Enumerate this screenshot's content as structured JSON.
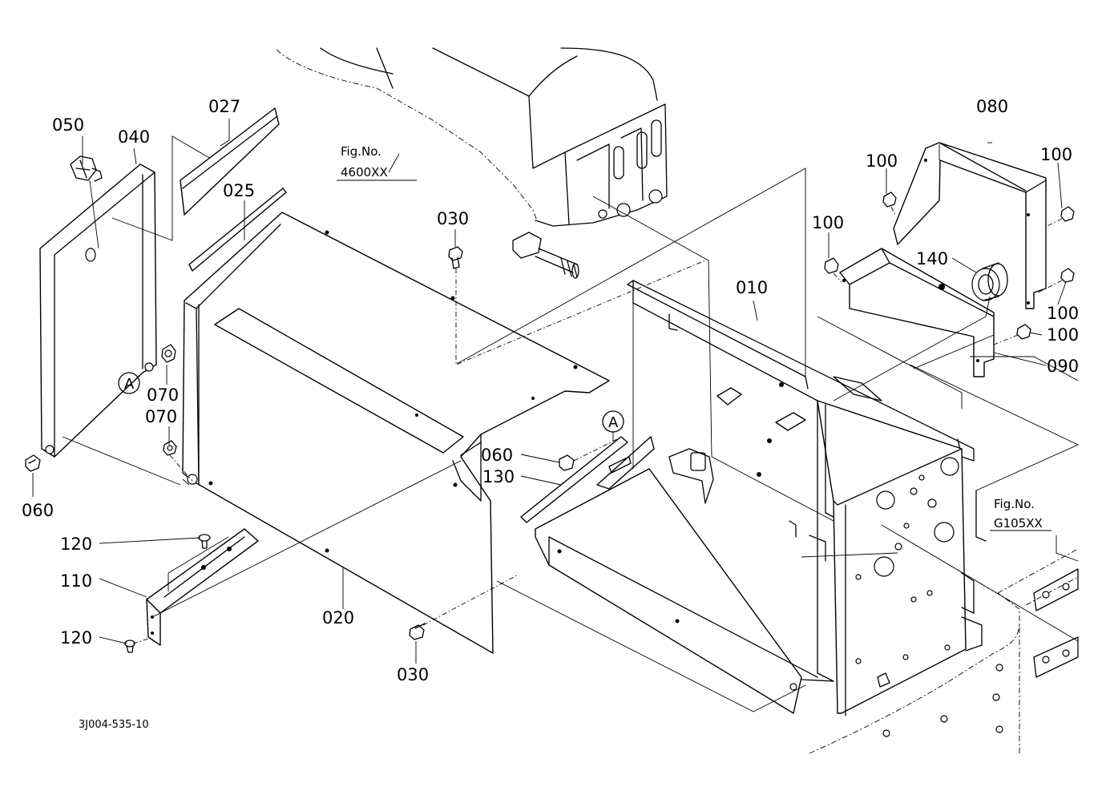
{
  "diagram": {
    "drawing_code": "3J004-535-10",
    "part_labels": {
      "p010": "010",
      "p020": "020",
      "p025": "025",
      "p027": "027",
      "p030a": "030",
      "p030b": "030",
      "p040": "040",
      "p050": "050",
      "p060a": "060",
      "p060b": "060",
      "p070a": "070",
      "p070b": "070",
      "p080": "080",
      "p090": "090",
      "p100a": "100",
      "p100b": "100",
      "p100c": "100",
      "p100d": "100",
      "p100e": "100",
      "p110": "110",
      "p120a": "120",
      "p120b": "120",
      "p130": "130",
      "p140": "140"
    },
    "figure_refs": {
      "ref1_line1": "Fig.No.",
      "ref1_line2": "4600XX",
      "ref2_line1": "Fig.No.",
      "ref2_line2": "G105XX"
    },
    "connectors": {
      "a1": "A",
      "a2": "A"
    }
  }
}
